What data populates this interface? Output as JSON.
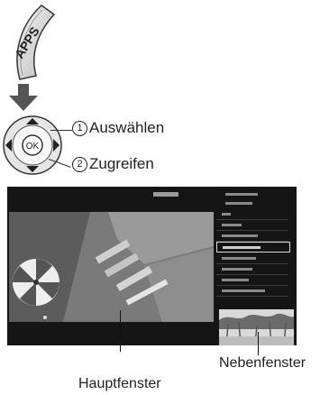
{
  "apps_button": {
    "label": "APPS",
    "icon": "apps-key-icon"
  },
  "steps": [
    {
      "number": "1",
      "label": "Auswählen"
    },
    {
      "number": "2",
      "label": "Zugreifen"
    }
  ],
  "remote": {
    "ok_label": "OK"
  },
  "screen": {
    "main_window_label": "Hauptfenster",
    "sub_window_label": "Nebenfenster"
  }
}
